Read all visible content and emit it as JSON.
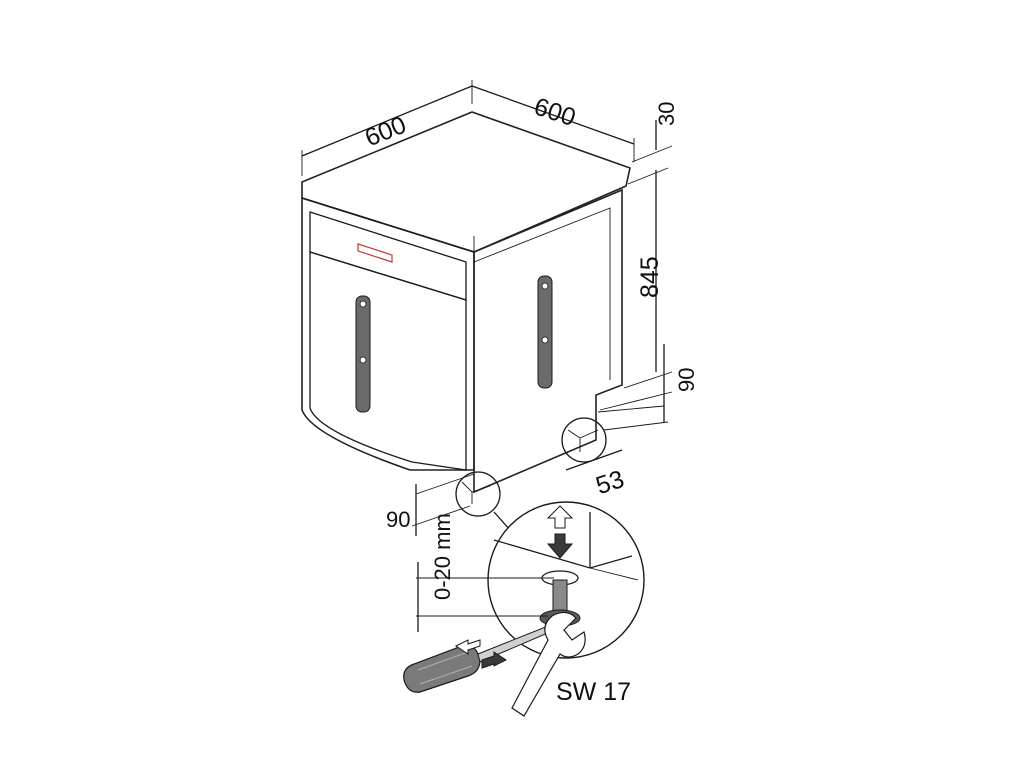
{
  "dimensions": {
    "depth": "600",
    "width": "600",
    "top_thickness": "30",
    "height": "845",
    "plinth_height_right": "90",
    "plinth_depth_right": "53",
    "plinth_height_front": "90",
    "foot_adjust_range": "0-20 mm"
  },
  "tool": {
    "wrench_size": "SW 17"
  },
  "colors": {
    "line": "#1a1a1a",
    "body_fill": "#fcfcfc",
    "top_fill": "#f4f4f4",
    "door_fill": "#f7f7f7",
    "handle_fill": "#6b6b6b",
    "arrow_fill": "#3a3a3a"
  }
}
